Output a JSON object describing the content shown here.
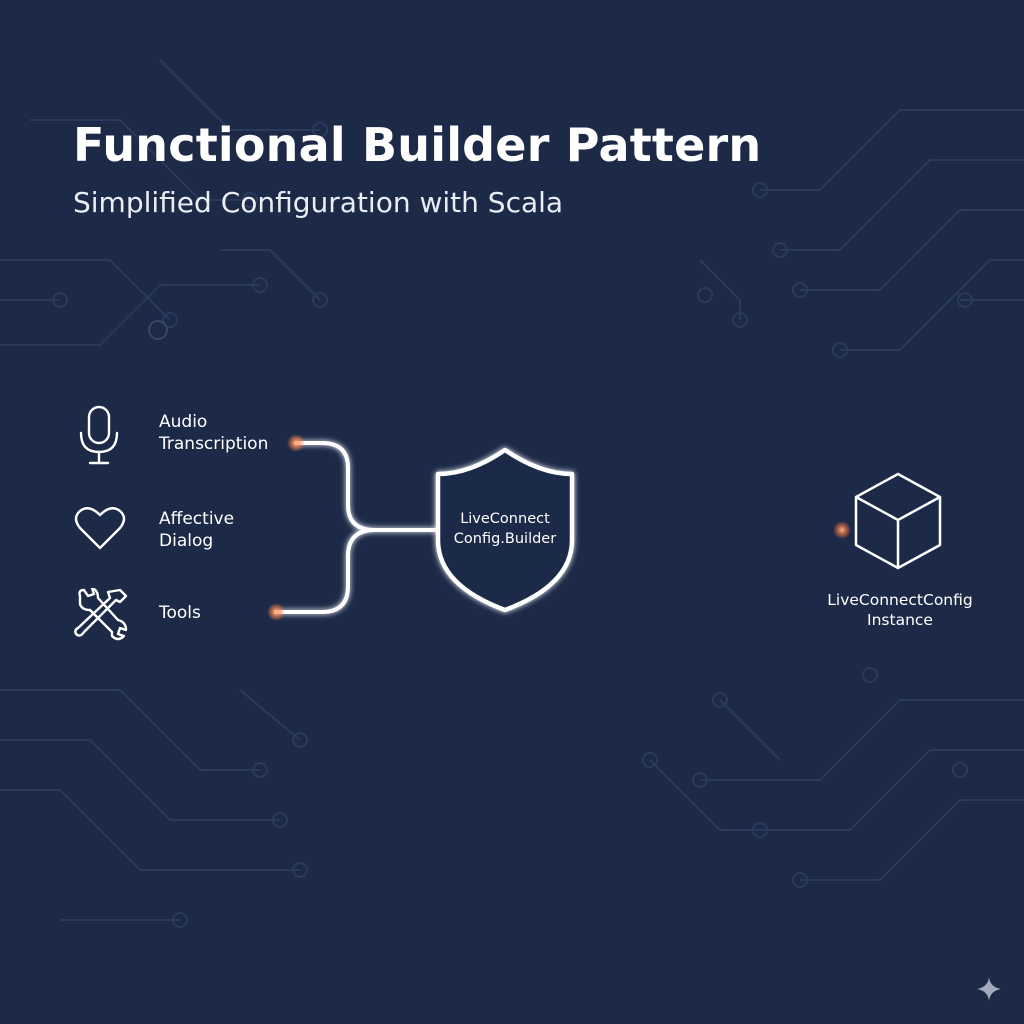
{
  "header": {
    "title": "Functional Builder Pattern",
    "subtitle": "Simplified Configuration with Scala"
  },
  "inputs": [
    {
      "icon": "microphone-icon",
      "line1": "Audio",
      "line2": "Transcription"
    },
    {
      "icon": "heart-icon",
      "line1": "Affective",
      "line2": "Dialog"
    },
    {
      "icon": "tools-icon",
      "line1": "Tools",
      "line2": ""
    }
  ],
  "builder": {
    "line1": "LiveConnect",
    "line2": "Config.Builder"
  },
  "output": {
    "line1": "LiveConnectConfig",
    "line2": "Instance"
  },
  "colors": {
    "background": "#1c2a48",
    "line": "#ffffff",
    "endpoint_glow": "#ff8a50",
    "circuit": "#2a3a5c"
  }
}
